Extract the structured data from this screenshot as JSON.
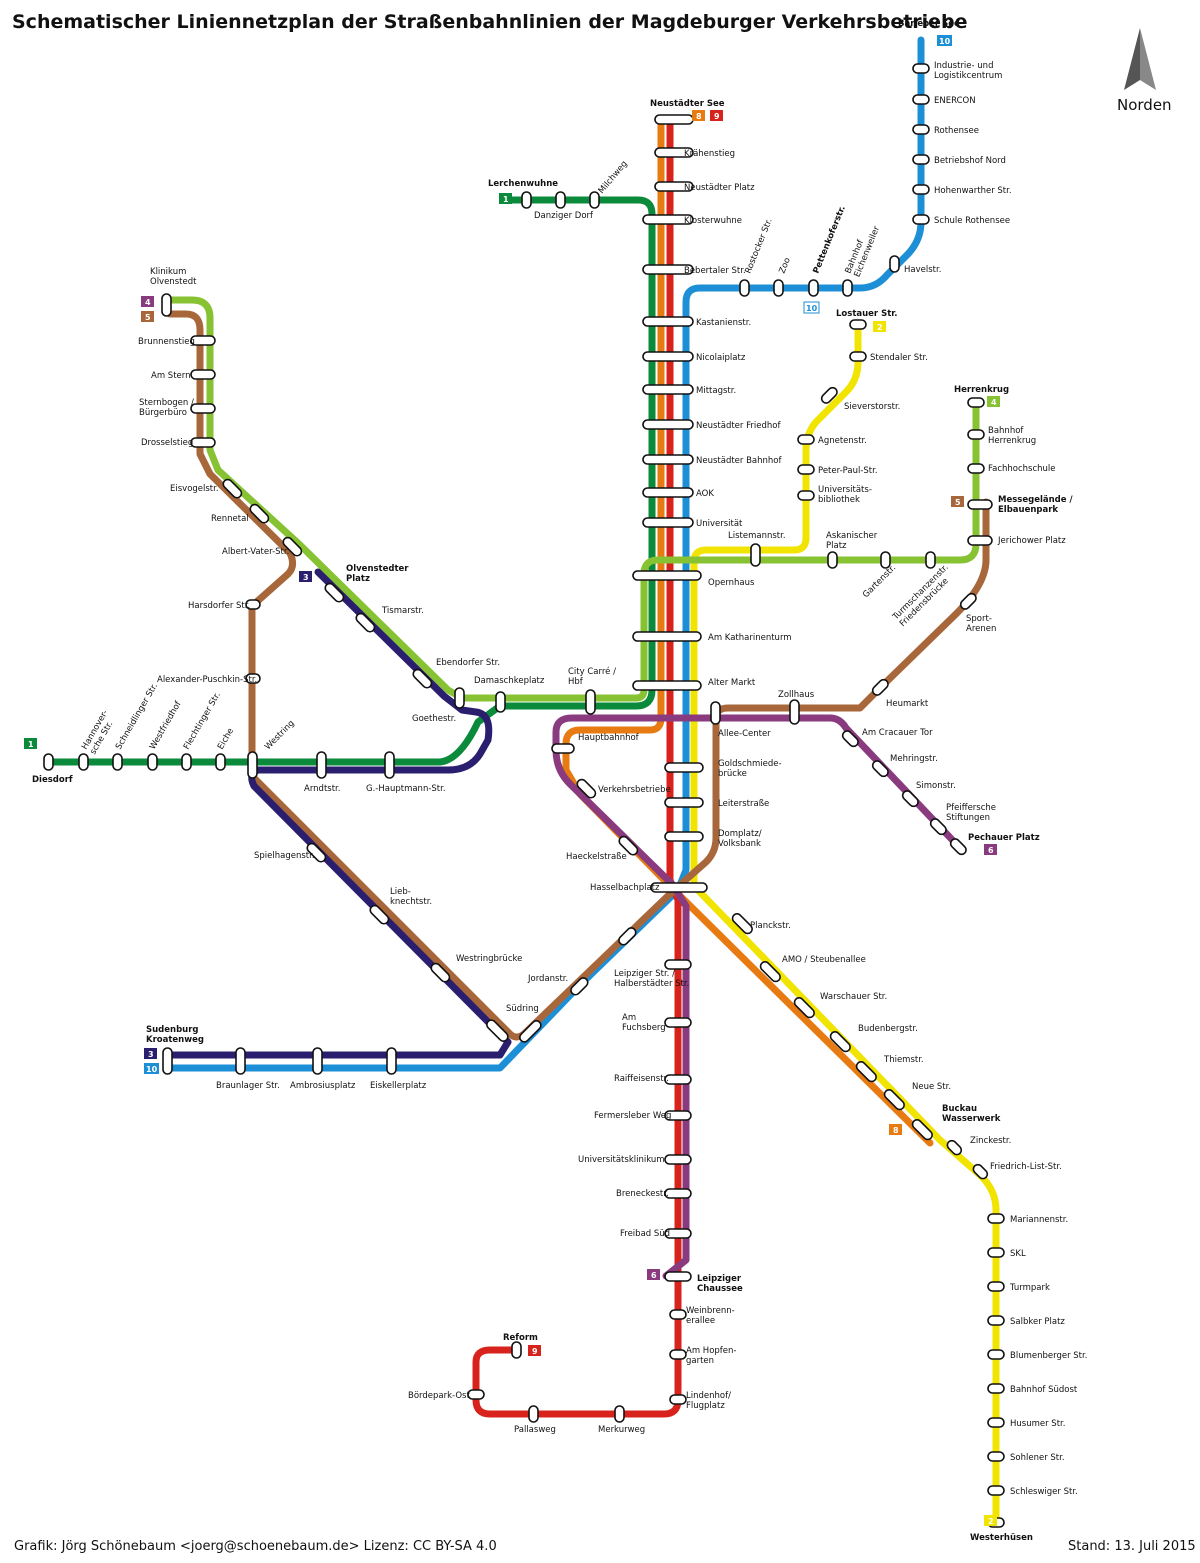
{
  "title": "Schematischer Liniennetzplan der Straßenbahnlinien der Magdeburger Verkehrsbetriebe",
  "north_label": "Norden",
  "footer_left": "Grafik: Jörg Schönebaum <joerg@schoenebaum.de> Lizenz: CC BY-SA 4.0",
  "footer_right": "Stand: 13. Juli 2015",
  "colors": {
    "line1": "#0a8a3a",
    "line2": "#f0e400",
    "line3": "#2a1f6e",
    "line4": "#86c232",
    "line5": "#a8673a",
    "line6": "#8a3a7e",
    "line8": "#e87a12",
    "line9": "#d8231c",
    "line10": "#1d8fd6"
  },
  "line_badges": [
    "1",
    "2",
    "3",
    "4",
    "5",
    "6",
    "8",
    "9",
    "10"
  ],
  "termini": {
    "barleber_see": "Barleber See",
    "neustaedter_see": "Neustädter See",
    "lerchenwuhne": "Lerchenwuhne",
    "klinikum": "Klinikum\nOlvenstedt",
    "lostauer": "Lostauer Str.",
    "herrenkrug": "Herrenkrug",
    "messe": "Messegelände /\nElbauenpark",
    "olvenstedter_platz": "Olvenstedter\nPlatz",
    "diesdorf": "Diesdorf",
    "sudenburg": "Sudenburg\nKroatenweg",
    "pechauer": "Pechauer Platz",
    "buckau": "Buckau\nWasserwerk",
    "leipziger_chaussee": "Leipziger\nChaussee",
    "reform": "Reform",
    "westerhuesen": "Westerhüsen"
  },
  "stations": {
    "industrie": "Industrie- und\nLogistikcentrum",
    "enercon": "ENERCON",
    "rothensee": "Rothensee",
    "betriebshof_nord": "Betriebshof Nord",
    "hohenwarther": "Hohenwarther Str.",
    "schule_rothensee": "Schule Rothensee",
    "havelstr": "Havelstr.",
    "bahnhof_eichenweiler": "Bahnhof\nEichenweiler",
    "pettenkofer": "Pettenkoferstr.",
    "zoo": "Zoo",
    "rostocker": "Rostocker Str.",
    "kraehenstieg": "Krähenstieg",
    "neustaedter_platz": "Neustädter Platz",
    "klosterwuhne": "Klosterwuhne",
    "bebertaler": "Bebertaler Str.",
    "kastanienstr": "Kastanienstr.",
    "nicolaiplatz": "Nicolaiplatz",
    "mittagstr": "Mittagstr.",
    "neustaedter_friedhof": "Neustädter Friedhof",
    "neustaedter_bahnhof": "Neustädter Bahnhof",
    "aok": "AOK",
    "universitaet": "Universität",
    "opernhaus": "Opernhaus",
    "am_katharinenturm": "Am Katharinenturm",
    "alter_markt": "Alter Markt",
    "allee_center": "Allee-Center",
    "goldschmiede": "Goldschmiede-\nbrücke",
    "leiterstrasse": "Leiterstraße",
    "domplatz": "Domplatz/\nVolksbank",
    "hasselbachplatz": "Hasselbachplatz",
    "danziger_dorf": "Danziger Dorf",
    "milchweg": "Milchweg",
    "stendaler": "Stendaler Str.",
    "sieverstor": "Sieverstorstr.",
    "agnetenstr": "Agnetenstr.",
    "peter_paul": "Peter-Paul-Str.",
    "unibib": "Universitäts-\nbibliothek",
    "listemann": "Listemannstr.",
    "askanischer": "Askanischer\nPlatz",
    "gartenstr": "Gartenstr.",
    "turmschanzen": "Turmschanzenstr.\nFriedensbrücke",
    "jerichower": "Jerichower Platz",
    "bahnhof_herrenkrug": "Bahnhof\nHerrenkrug",
    "fachhochschule": "Fachhochschule",
    "sport_arenen": "Sport-\nArenen",
    "heumarkt": "Heumarkt",
    "zollhaus": "Zollhaus",
    "brunnenstieg": "Brunnenstieg",
    "am_stern": "Am Stern",
    "sternbogen": "Sternbogen /\nBürgerbüro",
    "drosselstieg": "Drosselstieg",
    "eisvogelstr": "Eisvogelstr.",
    "rennetal": "Rennetal",
    "albert_vater": "Albert-Vater-Str.",
    "tismarstr": "Tismarstr.",
    "ebendorfer": "Ebendorfer Str.",
    "goethestr": "Goethestr.",
    "damaschkeplatz": "Damaschkeplatz",
    "city_carre": "City Carré /\nHbf",
    "hauptbahnhof": "Hauptbahnhof",
    "harsdorfer": "Harsdorfer Str.",
    "alexander_puschkin": "Alexander-Puschkin-Str.",
    "hannoversche": "Hannover-\nsche Str.",
    "schneidlinger": "Schneidlinger Str.",
    "westfriedhof": "Westfriedhof",
    "flechtinger": "Flechtinger Str.",
    "eiche": "Eiche",
    "westring": "Westring",
    "arndtstr": "Arndtstr.",
    "g_hauptmann": "G.-Hauptmann-Str.",
    "spielhagen": "Spielhagenstr.",
    "liebknecht": "Lieb-\nknechtstr.",
    "westringbruecke": "Westringbrücke",
    "suedring": "Südring",
    "jordanstr": "Jordanstr.",
    "braunlager": "Braunlager Str.",
    "ambrosiusplatz": "Ambrosiusplatz",
    "eiskellerplatz": "Eiskellerplatz",
    "verkehrsbetriebe": "Verkehrsbetriebe",
    "haeckelstrasse": "Haeckelstraße",
    "am_cracauer_tor": "Am Cracauer Tor",
    "mehringstr": "Mehringstr.",
    "simonstr": "Simonstr.",
    "pfeiffersche": "Pfeiffersche\nStiftungen",
    "planckstr": "Planckstr.",
    "amo": "AMO / Steubenallee",
    "warschauer": "Warschauer Str.",
    "budenberg": "Budenbergstr.",
    "thiemstr": "Thiemstr.",
    "neue_str": "Neue Str.",
    "zinckestr": "Zinckestr.",
    "friedrich_list": "Friedrich-List-Str.",
    "mariannenstr": "Mariannenstr.",
    "skl": "SKL",
    "turmpark": "Turmpark",
    "salbker": "Salbker Platz",
    "blumenberger": "Blumenberger Str.",
    "bahnhof_suedost": "Bahnhof Südost",
    "husumer": "Husumer Str.",
    "sohlener": "Sohlener Str.",
    "schleswiger": "Schleswiger Str.",
    "leipziger_halberstaedter": "Leipziger Str. /\nHalberstädter Str.",
    "am_fuchsberg": "Am\nFuchsberg",
    "raiffeisen": "Raiffeisenstr.",
    "fermersleber": "Fermersleber Weg",
    "uniklinikum": "Universitätsklinikum",
    "breneckestr": "Breneckestr.",
    "freibad_sued": "Freibad Süd",
    "weinbrennerallee": "Weinbrenn-\nerallee",
    "am_hopfengarten": "Am Hopfen-\ngarten",
    "lindenhof": "Lindenhof/\nFlugplatz",
    "merkurweg": "Merkurweg",
    "pallasweg": "Pallasweg",
    "boerdepark": "Bördepark-Ost"
  }
}
